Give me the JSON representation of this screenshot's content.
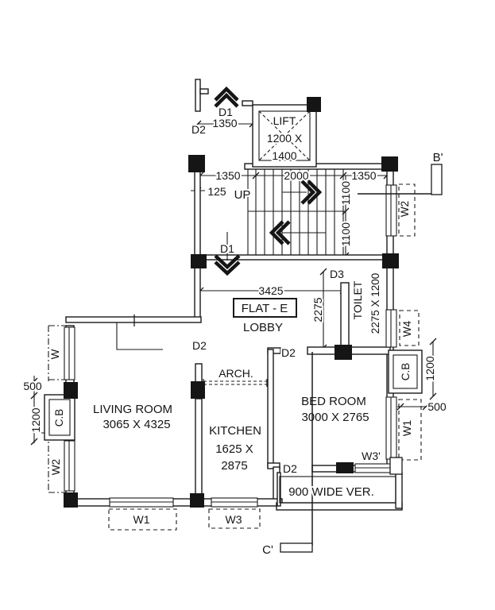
{
  "page": {
    "background": "#ffffff",
    "ink": "#1a1a1a"
  },
  "drawing": {
    "flat": {
      "label": "FLAT - E"
    },
    "lobby": {
      "label": "LOBBY",
      "width_dim": "3425",
      "depth_dim": "2275"
    },
    "stairs": {
      "up_label": "UP",
      "width_dim": "2000",
      "left_dim": "1350",
      "right_dim": "1350",
      "offset_dim": "125",
      "flight_dim_upper": "1100",
      "flight_dim_lower": "1100"
    },
    "entry": {
      "door_label": "D1",
      "door_width_dim": "1350",
      "side_door_label": "D2",
      "stair_arrow_label": "D1"
    },
    "lift": {
      "name": "LIFT",
      "size_line1": "1200 X",
      "size_line2": "1400"
    },
    "rooms": {
      "living": {
        "name": "LIVING ROOM",
        "size": "3065 X 4325",
        "door": "D2"
      },
      "kitchen": {
        "name": "KITCHEN",
        "size_line1": "1625 X",
        "size_line2": "2875",
        "arch": "ARCH."
      },
      "bedroom": {
        "name": "BED ROOM",
        "size": "3000 X 2765",
        "door": "D2"
      },
      "toilet": {
        "name": "TOILET",
        "size": "2275 X 1200",
        "door": "D3"
      },
      "veranda": {
        "name": "900 WIDE VER.",
        "door": "D2"
      }
    },
    "windows": {
      "w": "W",
      "w1_bottom": "W1",
      "w1_right": "W1",
      "w2_left": "W2",
      "w2_right": "W2",
      "w3_bottom": "W3",
      "w3_veranda": "W3'",
      "w4": "W4"
    },
    "cupboards": {
      "left": {
        "label": "C.B",
        "depth_dim": "500",
        "length_dim": "1200"
      },
      "right": {
        "label": "C.B",
        "depth_dim": "500",
        "length_dim": "1200"
      }
    },
    "sections": {
      "b": "B'",
      "c": "C'"
    }
  }
}
